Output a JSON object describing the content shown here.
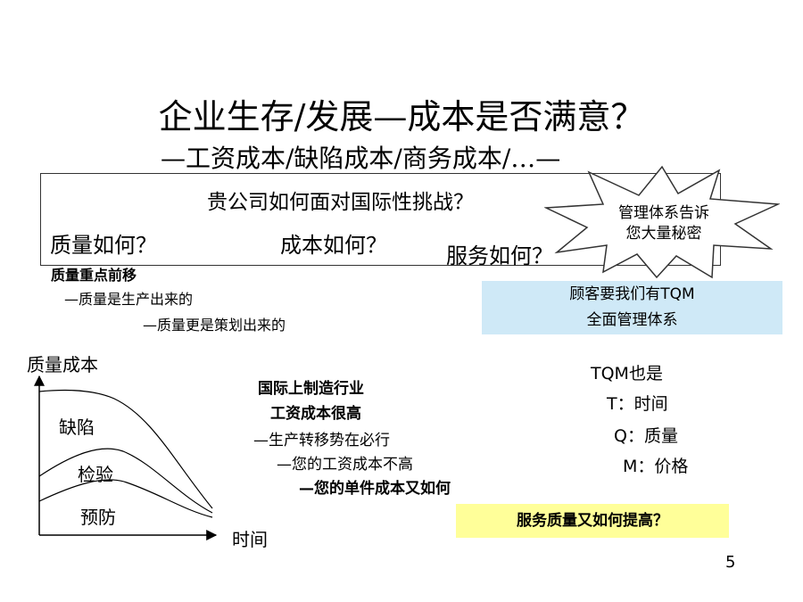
{
  "title": "企业生存/发展—成本是否满意？",
  "subtitle": "—工资成本/缺陷成本/商务成本/…—",
  "challenge": {
    "question": "贵公司如何面对国际性挑战？",
    "quality": "质量如何？",
    "cost": "成本如何？",
    "service": "服务如何？"
  },
  "starburst": {
    "line1": "管理体系告诉",
    "line2": "您大量秘密"
  },
  "quality_focus": {
    "heading": "质量重点前移",
    "line1": "—质量是生产出来的",
    "line2": "—质量更是策划出来的"
  },
  "tqm_box": {
    "line1": "顾客要我们有TQM",
    "line2": "全面管理体系"
  },
  "cost_chart": {
    "y_label": "质量成本",
    "x_label": "时间",
    "band_labels": [
      "缺陷",
      "检验",
      "预防"
    ]
  },
  "international": {
    "line1": "国际上制造行业",
    "line2": "工资成本很高",
    "line3": "—生产转移势在必行",
    "line4": "—您的工资成本不高",
    "line5": "—您的单件成本又如何"
  },
  "tqm_meaning": {
    "heading": "TQM也是",
    "t": "T：时间",
    "q": "Q：质量",
    "m": "M：价格"
  },
  "service_note": "服务质量又如何提高？",
  "page_number": "5",
  "colors": {
    "tqm_box_bg": "#cfe9f7",
    "service_box_bg": "#ffff99"
  }
}
